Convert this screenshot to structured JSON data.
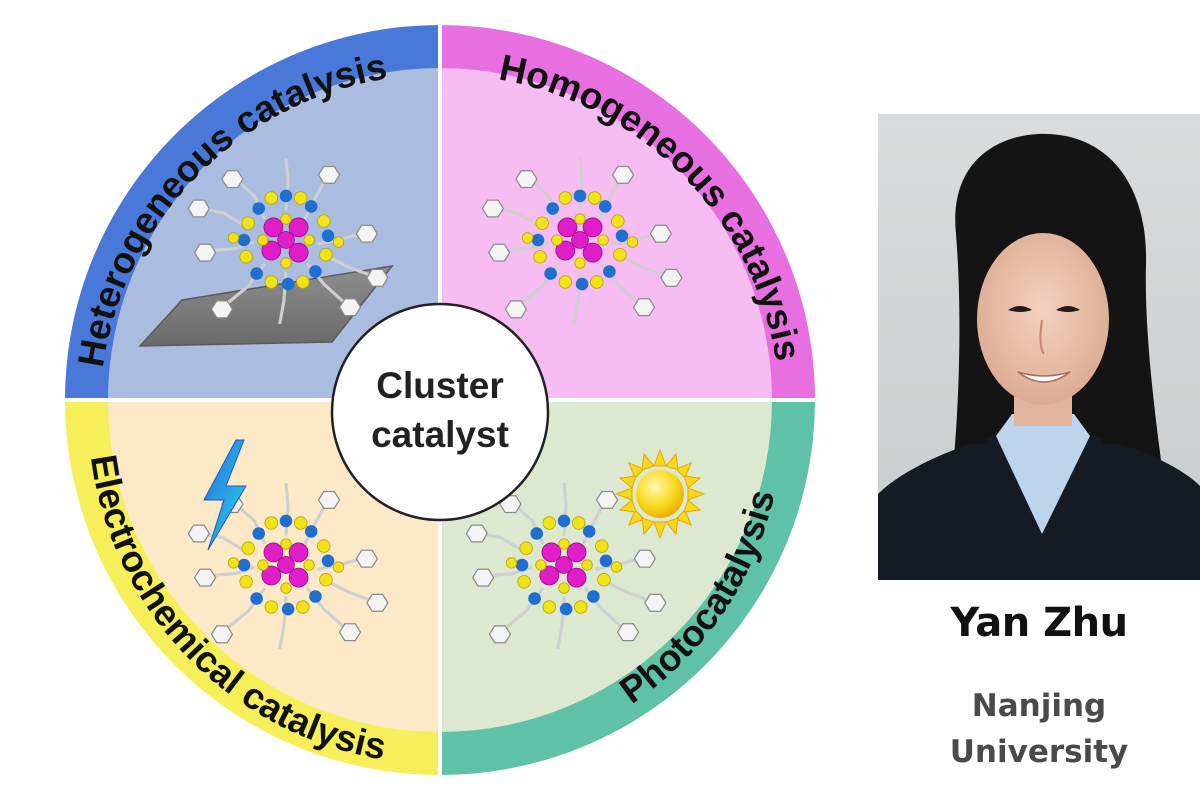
{
  "center": {
    "line1": "Cluster",
    "line2": "catalyst"
  },
  "quadrants": [
    {
      "id": "heterogeneous",
      "label": "Heterogeneous catalysis",
      "fill": "#aabde0",
      "ring": "#4a78d8"
    },
    {
      "id": "homogeneous",
      "label": "Homogeneous catalysis",
      "fill": "#f7bdf2",
      "ring": "#e86fe0"
    },
    {
      "id": "photo",
      "label": "Photocatalysis",
      "fill": "#dde8d0",
      "ring": "#5fc2a6"
    },
    {
      "id": "electrochemical",
      "label": "Electrochemical catalysis",
      "fill": "#fde8c8",
      "ring": "#f7ef5a"
    }
  ],
  "person": {
    "name": "Yan Zhu",
    "affiliation_line1": "Nanjing",
    "affiliation_line2": "University"
  },
  "colors": {
    "atom_gold": "#f2e21a",
    "atom_blue": "#1e6fd0",
    "metal_core": "#e01ec8",
    "ligand": "#d8d8d8"
  },
  "icons": [
    "support-plate-icon",
    "lightning-bolt-icon",
    "sun-icon",
    "nanocluster-molecule-icon"
  ]
}
